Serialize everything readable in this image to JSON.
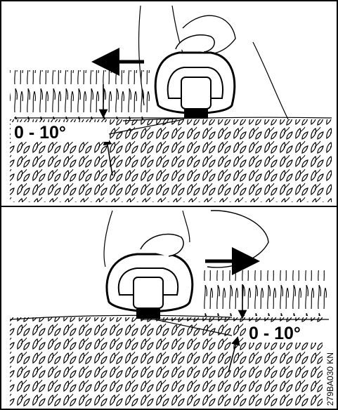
{
  "panels": [
    {
      "angle_label": "0 - 10°",
      "direction": "left"
    },
    {
      "angle_label": "0 - 10°",
      "direction": "right"
    }
  ],
  "figure_code": "279BA030 KN",
  "colors": {
    "ink": "#000000",
    "paper": "#ffffff"
  }
}
